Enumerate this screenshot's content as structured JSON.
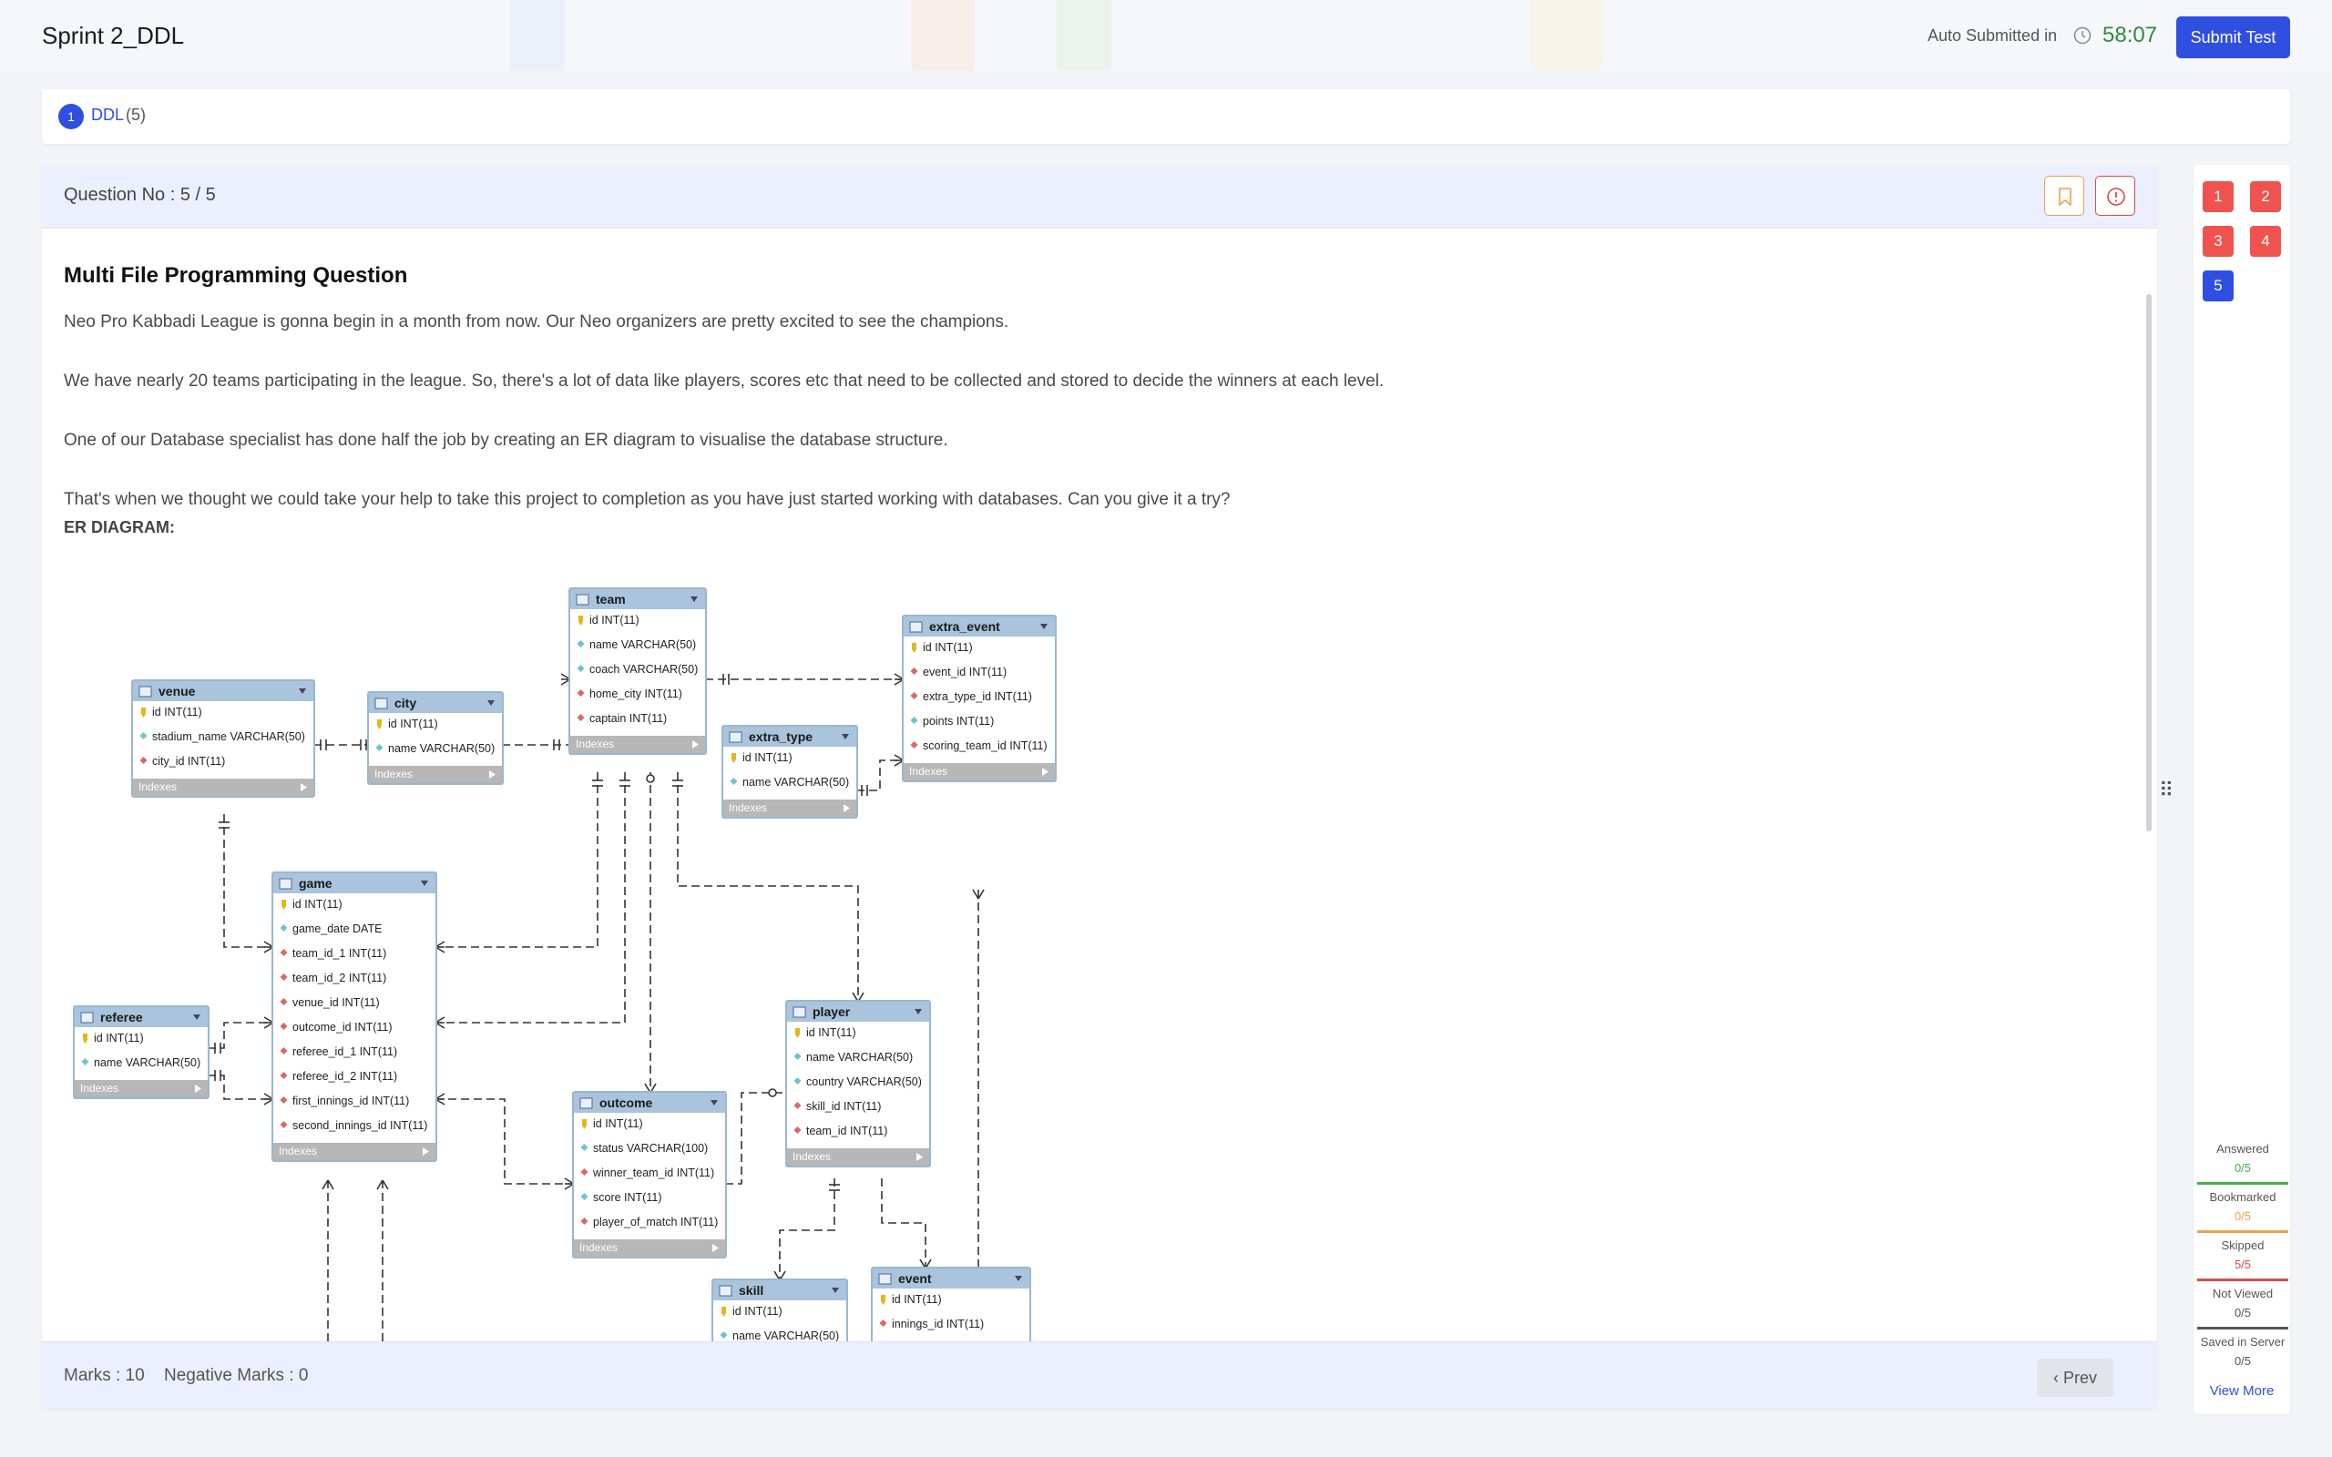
{
  "header": {
    "title": "Sprint 2_DDL",
    "auto_submit_label": "Auto Submitted in",
    "timer": "58:07",
    "submit_label": "Submit Test"
  },
  "section": {
    "number": "1",
    "name": "DDL",
    "count": "(5)"
  },
  "question": {
    "number_label": "Question No : 5 / 5",
    "title": "Multi File Programming Question",
    "paragraphs": [
      "Neo Pro Kabbadi League is gonna begin in a month from now. Our Neo organizers are pretty excited to see the champions.",
      "We have nearly 20 teams participating in the league. So, there's a lot of data like players, scores etc that need to be collected and stored to decide the winners at each level.",
      "One of our Database specialist has done half the job by creating an ER diagram to visualise the database structure.",
      "That's when we thought we could take your help to take this project to completion as you have just started working with databases. Can you give it a try?"
    ],
    "er_label": "ER DIAGRAM:",
    "marks": "Marks : 10",
    "negative_marks": "Negative Marks : 0",
    "prev_label": "Prev"
  },
  "er_diagram": {
    "indexes_label": "Indexes",
    "tables": {
      "team": {
        "name": "team",
        "columns": [
          "id INT(11)",
          "name VARCHAR(50)",
          "coach VARCHAR(50)",
          "home_city INT(11)",
          "captain INT(11)"
        ]
      },
      "extra_event": {
        "name": "extra_event",
        "columns": [
          "id INT(11)",
          "event_id INT(11)",
          "extra_type_id INT(11)",
          "points INT(11)",
          "scoring_team_id INT(11)"
        ]
      },
      "venue": {
        "name": "venue",
        "columns": [
          "id INT(11)",
          "stadium_name VARCHAR(50)",
          "city_id INT(11)"
        ]
      },
      "city": {
        "name": "city",
        "columns": [
          "id INT(11)",
          "name VARCHAR(50)"
        ]
      },
      "extra_type": {
        "name": "extra_type",
        "columns": [
          "id INT(11)",
          "name VARCHAR(50)"
        ]
      },
      "game": {
        "name": "game",
        "columns": [
          "id INT(11)",
          "game_date DATE",
          "team_id_1 INT(11)",
          "team_id_2 INT(11)",
          "venue_id INT(11)",
          "outcome_id INT(11)",
          "referee_id_1 INT(11)",
          "referee_id_2 INT(11)",
          "first_innings_id INT(11)",
          "second_innings_id INT(11)"
        ]
      },
      "referee": {
        "name": "referee",
        "columns": [
          "id INT(11)",
          "name VARCHAR(50)"
        ]
      },
      "player": {
        "name": "player",
        "columns": [
          "id INT(11)",
          "name VARCHAR(50)",
          "country VARCHAR(50)",
          "skill_id INT(11)",
          "team_id INT(11)"
        ]
      },
      "outcome": {
        "name": "outcome",
        "columns": [
          "id INT(11)",
          "status VARCHAR(100)",
          "winner_team_id INT(11)",
          "score INT(11)",
          "player_of_match INT(11)"
        ]
      },
      "skill": {
        "name": "skill",
        "columns": [
          "id INT(11)",
          "name VARCHAR(50)"
        ]
      },
      "event": {
        "name": "event",
        "columns": [
          "id INT(11)",
          "innings_id INT(11)"
        ]
      }
    }
  },
  "palette": [
    "1",
    "2",
    "3",
    "4",
    "5"
  ],
  "stats": [
    {
      "label": "Answered",
      "value": "0/5",
      "color": "#3cb34a"
    },
    {
      "label": "Bookmarked",
      "value": "0/5",
      "color": "#f0a04b"
    },
    {
      "label": "Skipped",
      "value": "5/5",
      "color": "#e04848"
    },
    {
      "label": "Not Viewed",
      "value": "0/5",
      "color": "#555555"
    },
    {
      "label": "Saved in Server",
      "value": "0/5",
      "color": "#555555"
    }
  ],
  "view_more": "View More",
  "colors": {
    "accent": "#2f4fe0",
    "timer": "#2e8b3e",
    "skipped": "#e04848",
    "current": "#2f4fe0"
  }
}
